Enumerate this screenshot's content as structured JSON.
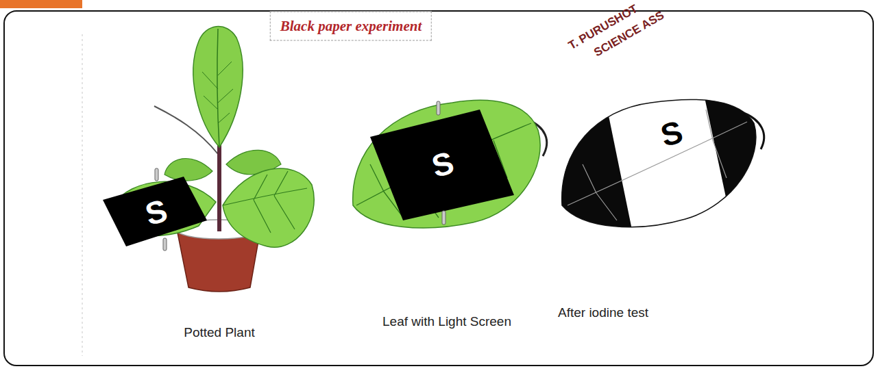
{
  "diagram": {
    "title": "Black paper experiment",
    "labels": [
      "T. PURUSHOT",
      "SCIENCE ASS",
      "S",
      "S",
      "S",
      "Potted Plant",
      "Leaf with Light Screen",
      "After iodine test"
    ]
  }
}
